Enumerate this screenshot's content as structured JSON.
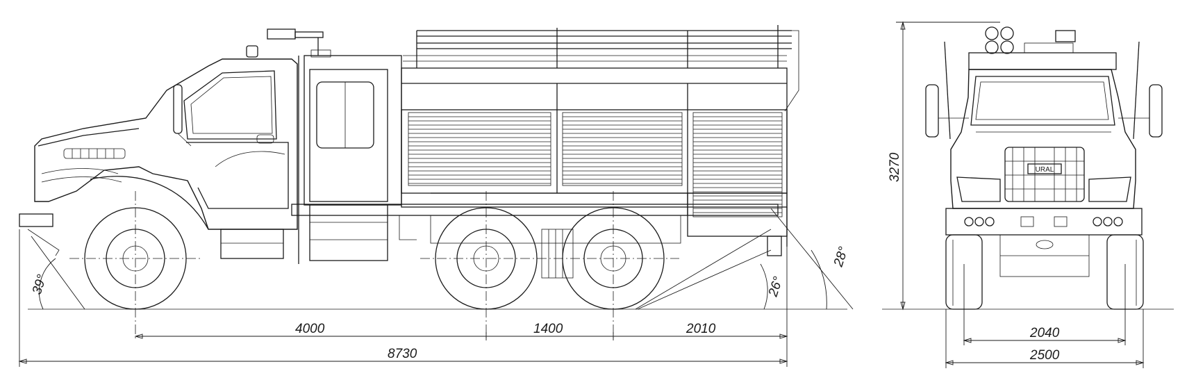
{
  "side_view": {
    "wheelbase_front": "4000",
    "wheelbase_rear": "1400",
    "rear_overhang": "2010",
    "overall_length": "8730",
    "approach_angle": "39°",
    "departure_angle": "28°",
    "ramp_angle": "26°"
  },
  "front_view": {
    "height": "3270",
    "track": "2040",
    "width": "2500",
    "grille_badge": "URAL"
  }
}
